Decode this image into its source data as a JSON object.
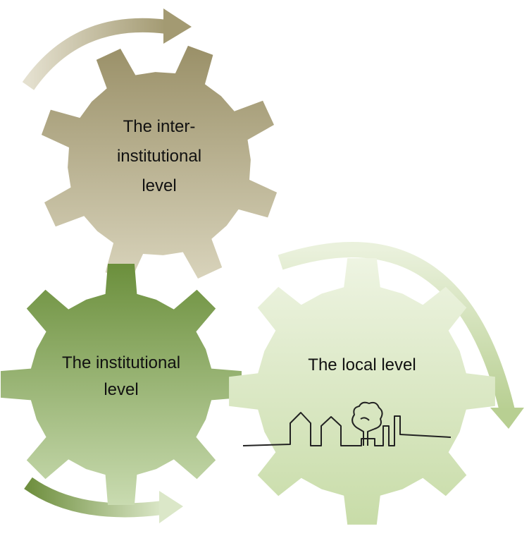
{
  "gears": [
    {
      "id": "inter-institutional",
      "lines": [
        "The inter-",
        "institutional",
        "level"
      ]
    },
    {
      "id": "institutional",
      "lines": [
        "The institutional",
        "level"
      ]
    },
    {
      "id": "local",
      "lines": [
        "The local level"
      ]
    }
  ],
  "colors": {
    "inter_gear_top": "#9a9068",
    "inter_gear_bottom": "#d9d4bc",
    "inst_gear_top": "#6b8f3c",
    "inst_gear_bottom": "#c9dbb0",
    "local_gear_top": "#eef4e2",
    "local_gear_bottom": "#c8dca8",
    "arrow_tan": "#a39a72",
    "arrow_green": "#7a9a4a",
    "arrow_light_green": "#c3d6a2",
    "sketch_line": "#222222"
  },
  "icons": [
    "town-sketch-icon"
  ]
}
